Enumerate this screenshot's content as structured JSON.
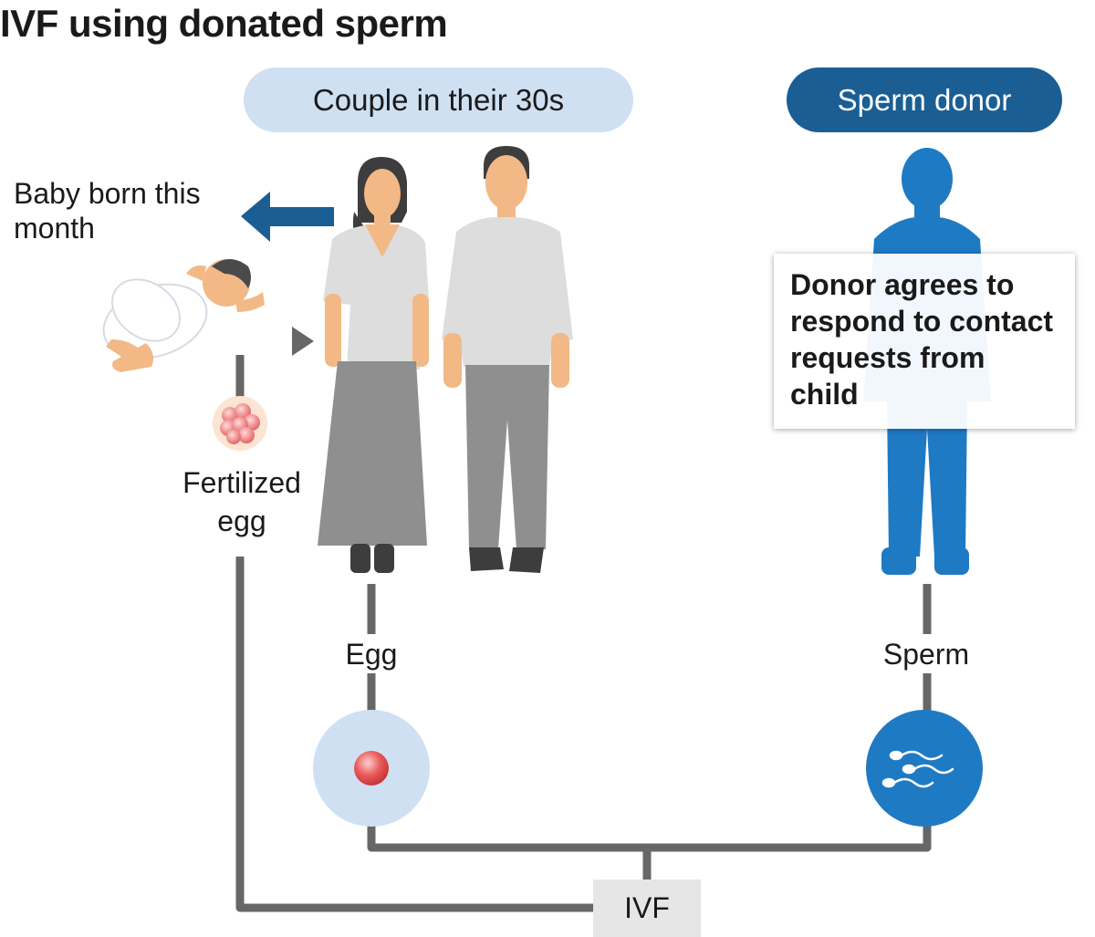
{
  "title": "IVF using donated sperm",
  "couple_label": "Couple in their 30s",
  "donor_label": "Sperm donor",
  "baby_label": "Baby born this month",
  "fertilized_egg_label": "Fertilized egg",
  "egg_label": "Egg",
  "sperm_label": "Sperm",
  "donor_note": "Donor agrees to respond to contact requests from child",
  "ivf_label": "IVF",
  "colors": {
    "donor_blue": "#1a5e94",
    "figure_blue": "#1f7ac4",
    "light_blue": "#cfe0f3",
    "line_gray": "#676767",
    "egg_red": "#e04a4a"
  }
}
